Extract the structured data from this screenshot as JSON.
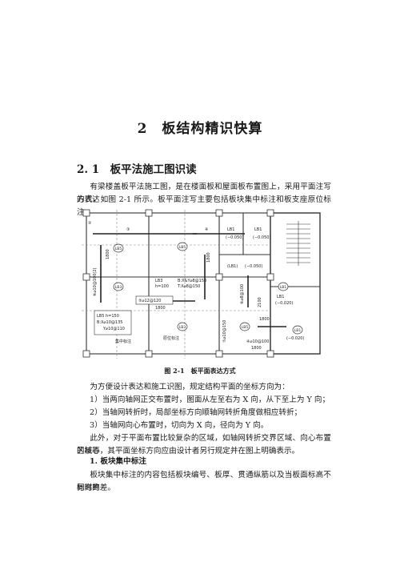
{
  "chapter": {
    "title": "2　板结构精识快算"
  },
  "section": {
    "title": "2. 1　板平法施工图识读"
  },
  "intro": {
    "line1": "有梁楼盖板平法施工图，是在楼面板和屋面板布置图上，采用平面注写的表达",
    "line2": "方式，如图 2-1 所示。板平面注写主要包括板块集中标注和板支座原位标注。"
  },
  "figure": {
    "caption": "图 2-1　板平面表达方式",
    "axis_circ2": "②",
    "axis_circ3": "③",
    "axis_circ4": "④",
    "lb1": "LB1",
    "lb3": "LB3",
    "lb5": "LB5",
    "lb1_paren": "(LB1)",
    "minus050": "(−0.050)",
    "minus020": "(−0.020)",
    "dim1800": "1800",
    "dim2100": "2100",
    "lb3_spec1": "B:X&Y⌀8@150",
    "lb3_spec2": "T:X⌀8@150",
    "lb3_h": "h=100",
    "lb5_h": "LB5 h=150",
    "lb5_b": "B:X⌀10@135",
    "lb5_y": "Y⌀10@110",
    "rebar_12_120": "⑤⌀12@120",
    "rebar_8_100": "④⌀10@100",
    "rebar_10_100v": "⑥⌀10@100(2)",
    "rebar_9": "⑧⌀8@100",
    "rebar_7": "⑦⌀10@150",
    "note_jizhong": "集中标注",
    "note_yuanwei": "原位标注"
  },
  "body": {
    "line1": "为方便设计表达和施工识图，规定结构平面的坐标方向为：",
    "item1": "1）当两向轴网正交布置时，图面从左至右为 X 向，从下至上为 Y 向；",
    "item2": "2）当轴网转折时，局部坐标方向顺轴网转折角度做相应转折；",
    "item3": "3）当轴网向心布置时，切向为 X 向，径向为 Y 向。",
    "extra1": "此外，对于平面布置比较复杂的区域，如轴网转折交界区域、向心布置的核心",
    "extra2": "区域等，其平面坐标方向应由设计者另行规定并在图上明确表示。"
  },
  "subsection": {
    "title": "1. 板块集中标注",
    "line1": "板块集中标注的内容包括板块编号、板厚、贯通纵筋以及当板面标高不同时的",
    "line2": "标高高差。"
  }
}
